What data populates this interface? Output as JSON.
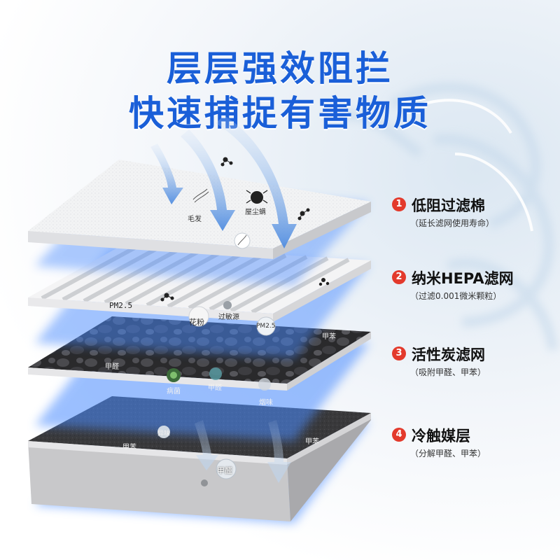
{
  "headline": {
    "line1": "层层强效阻拦",
    "line2": "快速捕捉有害物质"
  },
  "colors": {
    "headline": "#1a5fd8",
    "badge": "#e33a2c",
    "glow": "#4b8cff"
  },
  "layers": [
    {
      "number": "1",
      "title": "低阻过滤棉",
      "subtitle": "（延长滤网使用寿命）"
    },
    {
      "number": "2",
      "title": "纳米HEPA滤网",
      "subtitle": "（过滤0.001微米颗粒）"
    },
    {
      "number": "3",
      "title": "活性炭滤网",
      "subtitle": "（吸附甲醛、甲苯）"
    },
    {
      "number": "4",
      "title": "冷触媒层",
      "subtitle": "（分解甲醛、甲苯）"
    }
  ],
  "particles": {
    "hair": "毛发",
    "dust_mite": "屋尘螨",
    "pm25_a": "PM2.5",
    "pollen": "花粉",
    "allergen": "过敏源",
    "pm25_b": "PM2.5",
    "formaldehyde_a": "甲醛",
    "benzene_a": "甲苯",
    "bacteria": "病菌",
    "formaldehyde_b": "甲醛",
    "smoke": "烟味",
    "benzene_b": "甲苯",
    "odor": "异味",
    "benzene_c": "甲苯",
    "formaldehyde_c": "甲醛"
  }
}
